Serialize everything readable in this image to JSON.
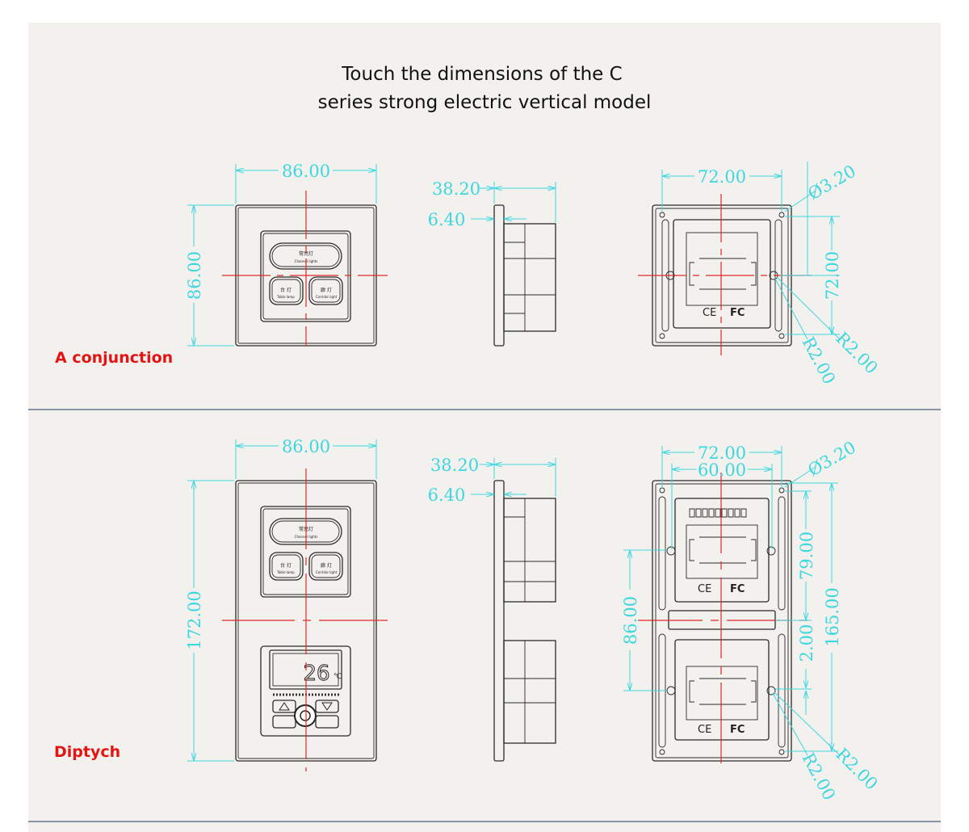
{
  "title": {
    "line1": "Touch the dimensions of the C",
    "line2": "series strong electric vertical model"
  },
  "colors": {
    "background": "#f3f1ee",
    "dimension": "#3ed6df",
    "centerline": "#e02828",
    "section_label": "#e21414",
    "divider": "#8a93a8"
  },
  "sections": [
    {
      "label": "A conjunction",
      "front": {
        "width": "86.00",
        "height": "86.00"
      },
      "side": {
        "depth": "38.20",
        "plate": "6.40"
      },
      "back": {
        "width": "72.00",
        "height": "72.00",
        "hole": "Ø3.20",
        "radius1": "R2.00",
        "radius2": "R2.00"
      },
      "buttons": {
        "top_cn": "常亮灯",
        "top_en": "Channel lights",
        "left_cn": "台 灯",
        "left_en": "Table lamp",
        "right_cn": "廊 灯",
        "right_en": "Corridor light"
      }
    },
    {
      "label": "Diptych",
      "front": {
        "width": "86.00",
        "height": "172.00"
      },
      "side": {
        "depth": "38.20",
        "plate": "6.40"
      },
      "back": {
        "width": "72.00",
        "inner_width": "60.00",
        "upper": "79.00",
        "gap": "2.00",
        "height": "165.00",
        "pitch": "86.00",
        "hole": "Ø3.20",
        "radius1": "R2.00",
        "radius2": "R2.00"
      },
      "buttons": {
        "top_cn": "常亮灯",
        "top_en": "Channel lights",
        "left_cn": "台 灯",
        "left_en": "Table lamp",
        "right_cn": "廊 灯",
        "right_en": "Corridor light"
      },
      "thermostat": {
        "temperature": "26",
        "unit": "℃"
      }
    }
  ]
}
